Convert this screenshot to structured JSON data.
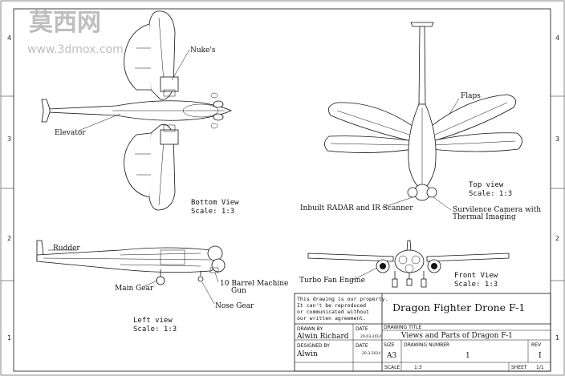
{
  "watermark": {
    "logo_text": "莫西网",
    "url_text": "www.3dmox.com"
  },
  "zones": {
    "left": [
      "4",
      "3",
      "2",
      "1"
    ],
    "right": [
      "4",
      "3",
      "2",
      "1"
    ]
  },
  "views": {
    "bottom": {
      "name": "Bottom View",
      "scale": "Scale:  1:3"
    },
    "top": {
      "name": "Top view",
      "scale": "Scale:  1:3"
    },
    "left": {
      "name": "Left view",
      "scale": "Scale:  1:3"
    },
    "front": {
      "name": "Front View",
      "scale": "Scale:  1:3"
    }
  },
  "callouts": {
    "nukes": "Nuke's",
    "elevator": "Elevator",
    "flaps": "Flaps",
    "radar": "Inbuilt RADAR and IR  Scanner",
    "camera_line1": "Survilence Camera with",
    "camera_line2": "Thermal Imaging",
    "rudder": "Rudder",
    "main_gear": "Main Gear",
    "gun_line1": "10 Barrel Machine",
    "gun_line2": "Gun",
    "nose_gear": "Nose Gear",
    "turbofan": "Turbo Fan Engine"
  },
  "title_block": {
    "property_notice": [
      "This drawing is our property.",
      "It can't be reproduced",
      "or communicated without",
      "our written agreement."
    ],
    "drawing_title": "Dragon Fighter Drone F-1",
    "drawing_title_label": "DRAWING TITLE",
    "drawn_by_label": "DRAWN BY",
    "drawn_by": "Alwin Richard",
    "date_label": "DATE",
    "date1": "20-03-2014",
    "designed_by_label": "DESIGNED BY",
    "designed_by": "Alwin",
    "date2": "20-3-2014",
    "size_label": "SIZE",
    "size": "A3",
    "drawing_number_label": "DRAWING NUMBER",
    "drawing_number": "1",
    "rev_label": "REV",
    "rev": "I",
    "description": "Views and Parts of Dragon F-1",
    "scale_label": "SCALE",
    "scale": "1:3",
    "sheet_label": "SHEET",
    "sheet": "1/1"
  }
}
